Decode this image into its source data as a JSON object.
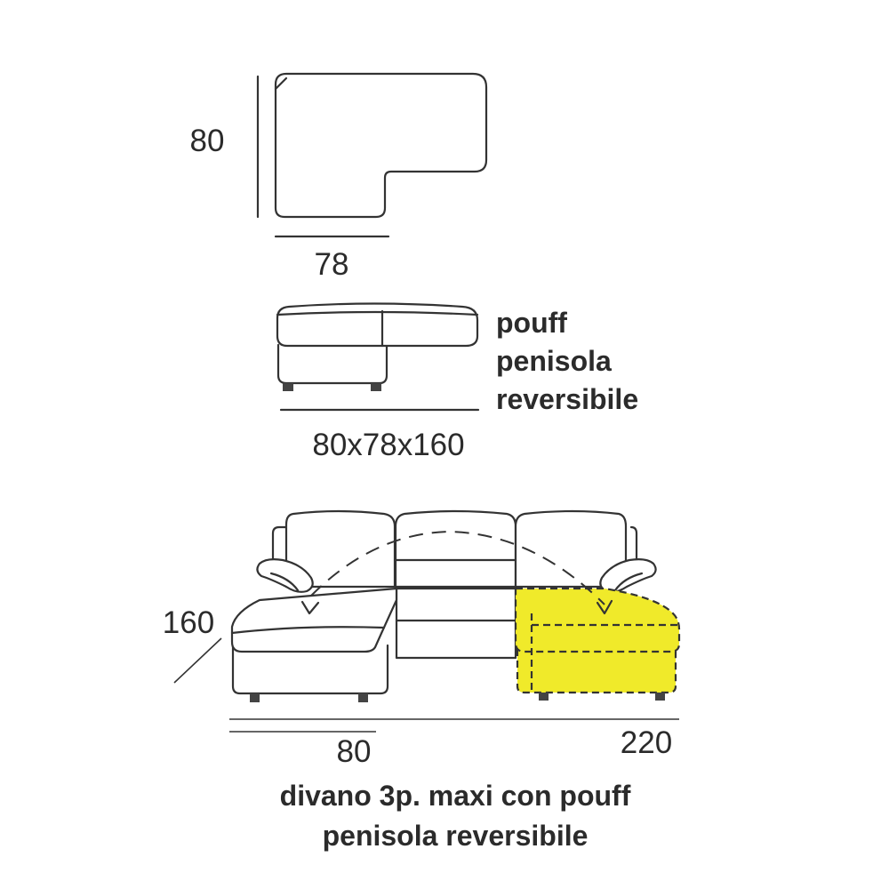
{
  "top_view": {
    "dim_height": "80",
    "dim_width": "78"
  },
  "pouff_view": {
    "dim_total": "80x78x160",
    "caption_line1": "pouff",
    "caption_line2": "penisola",
    "caption_line3": "reversibile"
  },
  "sofa_view": {
    "dim_depth": "160",
    "dim_left": "80",
    "dim_total": "220",
    "caption_line1": "divano 3p. maxi con pouff",
    "caption_line2": "penisola reversibile"
  },
  "colors": {
    "highlight": "#f0ea2a",
    "line": "#333333",
    "background": "#ffffff"
  }
}
